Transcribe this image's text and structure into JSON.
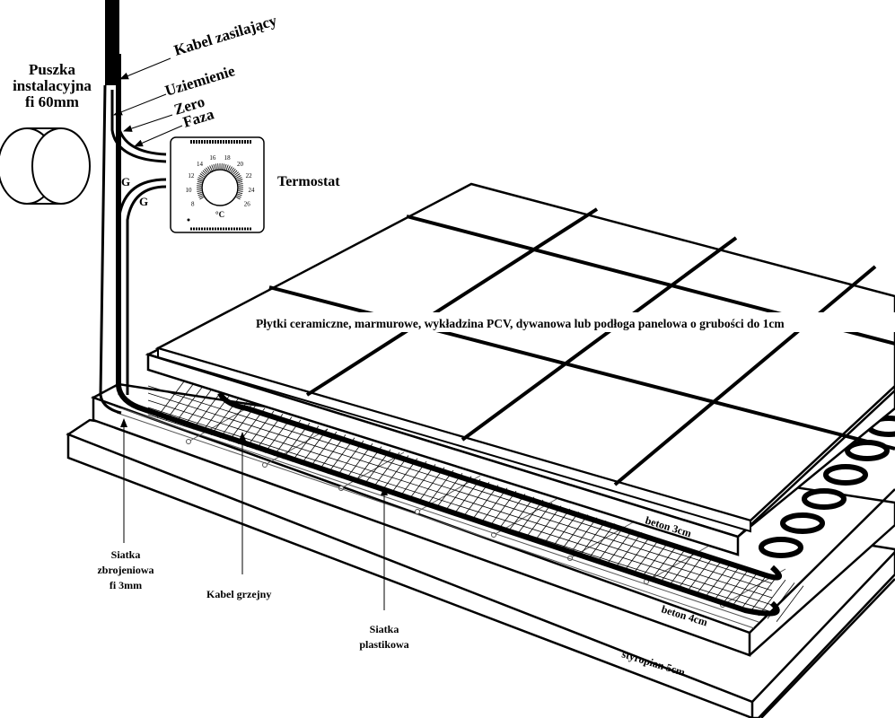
{
  "title": "Ogrzewanie podłogowe - przekrój warstw",
  "labels": {
    "junction_box": [
      "Puszka",
      "instalacyjna",
      "fi 60mm"
    ],
    "supply_cable": "Kabel zasilający",
    "ground": "Uziemienie",
    "neutral": "Zero",
    "phase": "Faza",
    "thermostat": "Termostat",
    "g_wire_1": "G",
    "g_wire_2": "G",
    "finish_layer": "Płytki ceramiczne, marmurowe, wykładzina PCV, dywanowa lub podłoga panelowa o grubości do 1cm",
    "concrete_top": "beton 3cm",
    "concrete_bottom": "beton 4cm",
    "styrofoam": "styropian 5cm",
    "reinforcing_mesh": [
      "Siatka",
      "zbrojeniowa",
      "fi 3mm"
    ],
    "heating_cable": "Kabel  grzejny",
    "plastic_mesh": [
      "Siatka",
      "plastikowa"
    ]
  },
  "thermostat_dial": {
    "scale": [
      "8",
      "10",
      "12",
      "14",
      "16",
      "18",
      "20",
      "22",
      "24",
      "26"
    ],
    "unit": "°C"
  },
  "layers": [
    {
      "name": "finish",
      "thickness": "do 1cm"
    },
    {
      "name": "beton",
      "thickness": "3cm"
    },
    {
      "name": "beton",
      "thickness": "4cm"
    },
    {
      "name": "styropian",
      "thickness": "5cm"
    }
  ]
}
